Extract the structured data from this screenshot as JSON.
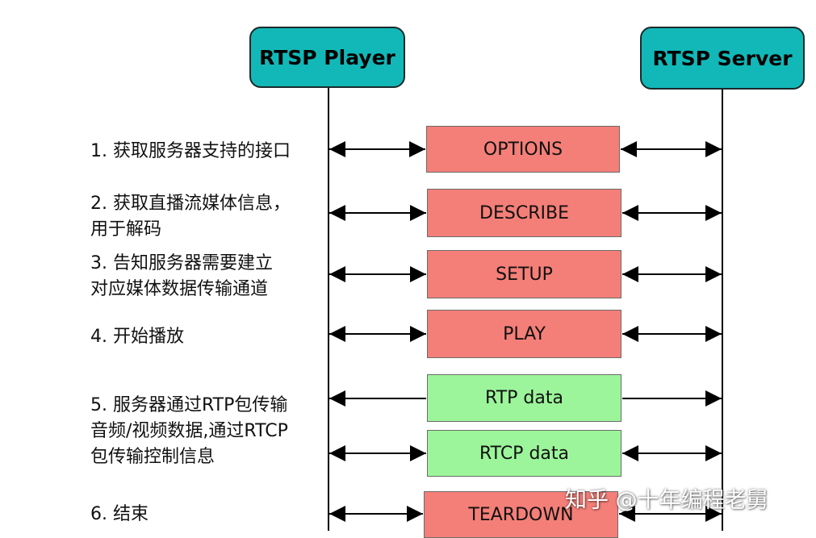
{
  "participants": {
    "player": "RTSP Player",
    "server": "RTSP Server"
  },
  "steps": [
    {
      "line1": "1. 获取服务器支持的接口",
      "line2": ""
    },
    {
      "line1": "2. 获取直播流媒体信息，",
      "line2": "用于解码"
    },
    {
      "line1": "3. 告知服务器需要建立",
      "line2": "对应媒体数据传输通道"
    },
    {
      "line1": "4. 开始播放",
      "line2": ""
    },
    {
      "line1": "5. 服务器通过RTP包传输",
      "line2": "音频/视频数据,通过RTCP",
      "line3": "包传输控制信息"
    },
    {
      "line1": "6. 结束",
      "line2": ""
    }
  ],
  "messages": [
    {
      "label": "OPTIONS",
      "direction": "both",
      "color": "#f47f78"
    },
    {
      "label": "DESCRIBE",
      "direction": "both",
      "color": "#f47f78"
    },
    {
      "label": "SETUP",
      "direction": "both",
      "color": "#f47f78"
    },
    {
      "label": "PLAY",
      "direction": "both",
      "color": "#f47f78"
    },
    {
      "label": "RTP data",
      "direction": "server-to-player",
      "color": "#9cf59a"
    },
    {
      "label": "RTCP data",
      "direction": "both",
      "color": "#9cf59a"
    },
    {
      "label": "TEARDOWN",
      "direction": "both",
      "color": "#f47f78"
    }
  ],
  "watermark": "知乎 @十年编程老舅"
}
